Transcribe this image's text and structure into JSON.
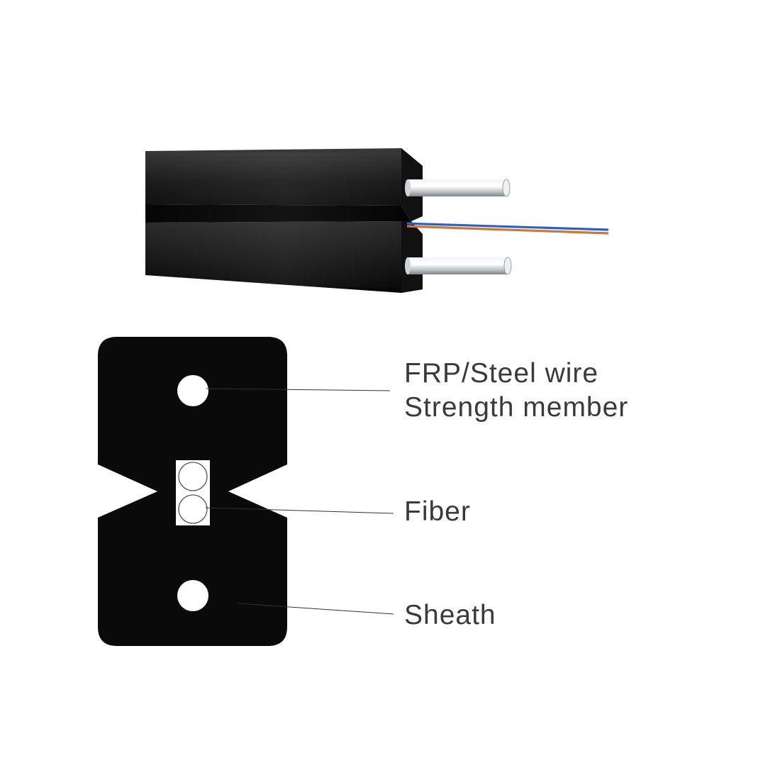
{
  "labels": {
    "strength_member": [
      "FRP/Steel wire",
      "Strength member"
    ],
    "fiber": "Fiber",
    "sheath": "Sheath"
  },
  "colors": {
    "sheath": "#0a0a0a",
    "background": "#ffffff",
    "label_text": "#3a3a3a",
    "leader_line": "#333333",
    "fiber_blue": "#2f5fbf",
    "fiber_orange": "#c9773a",
    "steel_wire": "#d9dde0"
  }
}
